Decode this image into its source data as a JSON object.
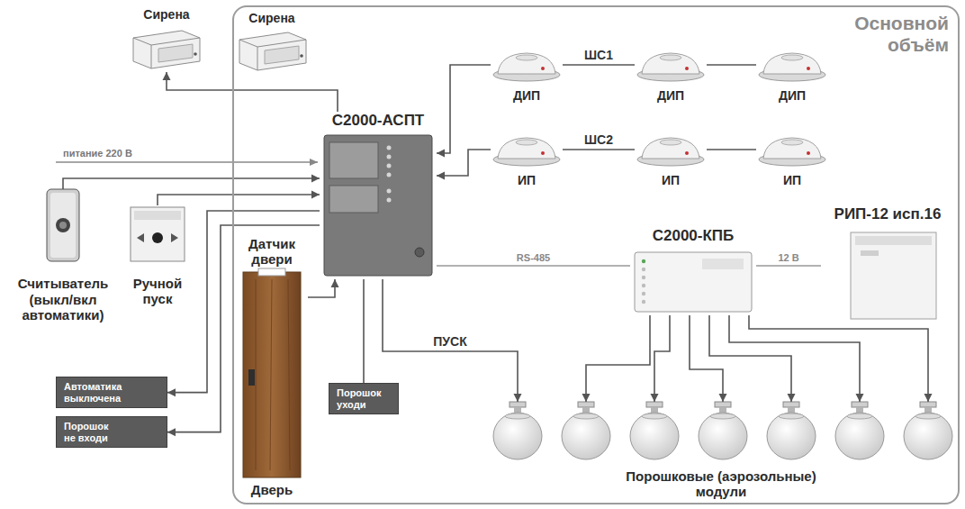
{
  "diagram": {
    "nodes": [
      {
        "text": [
          "Основной объём"
        ]
      },
      {
        "text": [
          "Сирена"
        ]
      },
      {
        "text": [
          "Сирена"
        ],
        "in": 0
      },
      {
        "text": [
          "С2000-АСПТ"
        ],
        "in": 0
      },
      {
        "text": [
          "ДИП"
        ],
        "in": 0
      },
      {
        "text": [
          "ДИП"
        ],
        "in": 0
      },
      {
        "text": [
          "ДИП"
        ],
        "in": 0
      },
      {
        "text": [
          "ИП"
        ],
        "in": 0
      },
      {
        "text": [
          "ИП"
        ],
        "in": 0
      },
      {
        "text": [
          "ИП"
        ],
        "in": 0
      },
      {
        "text": [
          "Считыватель (выкл/вкл автоматики)"
        ]
      },
      {
        "text": [
          "Ручной пуск"
        ]
      },
      {
        "text": [
          "Датчик двери",
          "Дверь"
        ],
        "in": 0
      },
      {
        "text": [
          "Автоматика выключена"
        ]
      },
      {
        "text": [
          "Порошок не входи"
        ]
      },
      {
        "text": [
          "Порошок уходи"
        ],
        "in": 0
      },
      {
        "text": [
          "С2000-КПБ"
        ],
        "in": 0
      },
      {
        "text": [
          "РИП-12 исп.16"
        ],
        "in": 0
      },
      {
        "text": [
          "Порошковые (аэрозольные) модули"
        ],
        "in": 0
      }
    ],
    "edges": [
      {
        "from": 3,
        "to": 1,
        "arrow": "to"
      },
      {
        "from": 4,
        "to": 5,
        "label": "ШС1",
        "arrow": "none"
      },
      {
        "from": 5,
        "to": 6,
        "arrow": "none"
      },
      {
        "from": 4,
        "to": 3,
        "arrow": "to"
      },
      {
        "from": 7,
        "to": 8,
        "label": "ШС2",
        "arrow": "none"
      },
      {
        "from": 8,
        "to": 9,
        "arrow": "none"
      },
      {
        "from": 7,
        "to": 3,
        "arrow": "to"
      },
      {
        "from": 10,
        "to": 3,
        "arrow": "to"
      },
      {
        "from": 11,
        "to": 3,
        "arrow": "to"
      },
      {
        "from": 3,
        "to": 13,
        "arrow": "to"
      },
      {
        "from": 3,
        "to": 14,
        "arrow": "to"
      },
      {
        "from": 12,
        "to": 3,
        "arrow": "to"
      },
      {
        "from": 3,
        "to": 15,
        "arrow": "none"
      },
      {
        "from": 3,
        "to": 18,
        "label": "ПУСК",
        "arrow": "to"
      },
      {
        "from": 3,
        "to": 16,
        "label": "RS-485",
        "arrow": "none"
      },
      {
        "from": 17,
        "to": 16,
        "label": "12 В",
        "arrow": "none"
      },
      {
        "from": 16,
        "to": 18,
        "arrow": "to"
      }
    ],
    "labels": [
      "питание 220 В"
    ]
  }
}
